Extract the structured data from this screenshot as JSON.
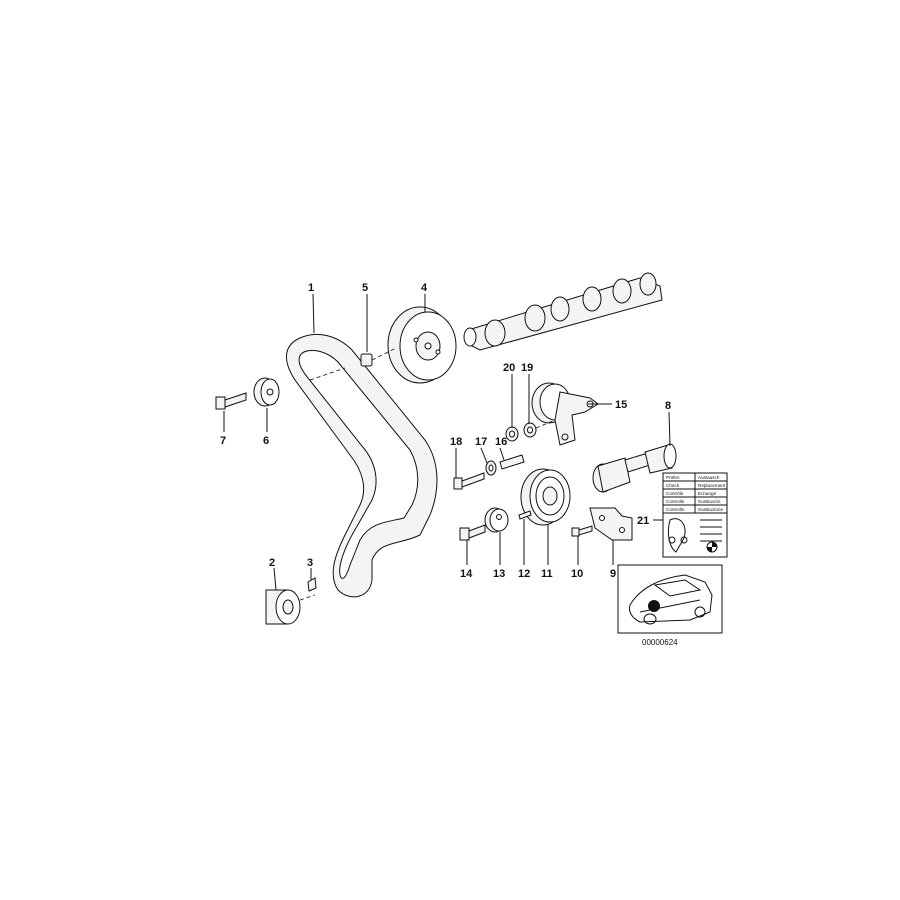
{
  "callouts": {
    "c1": "1",
    "c2": "2",
    "c3": "3",
    "c4": "4",
    "c5": "5",
    "c6": "6",
    "c7": "7",
    "c8": "8",
    "c9": "9",
    "c10": "10",
    "c11": "11",
    "c12": "12",
    "c13": "13",
    "c14": "14",
    "c15": "15",
    "c16": "16",
    "c17": "17",
    "c18": "18",
    "c19": "19",
    "c20": "20",
    "c21": "21"
  },
  "service_table": {
    "rows": [
      [
        "Prüfen",
        "Austausch"
      ],
      [
        "Check",
        "Replacement"
      ],
      [
        "Contrôle",
        "Echange"
      ],
      [
        "Controlle",
        "Sustitución"
      ],
      [
        "Controllo",
        "Sostituzione"
      ]
    ]
  },
  "diagram_code": "00000624",
  "colors": {
    "ink": "#111111",
    "paper": "#ffffff"
  }
}
